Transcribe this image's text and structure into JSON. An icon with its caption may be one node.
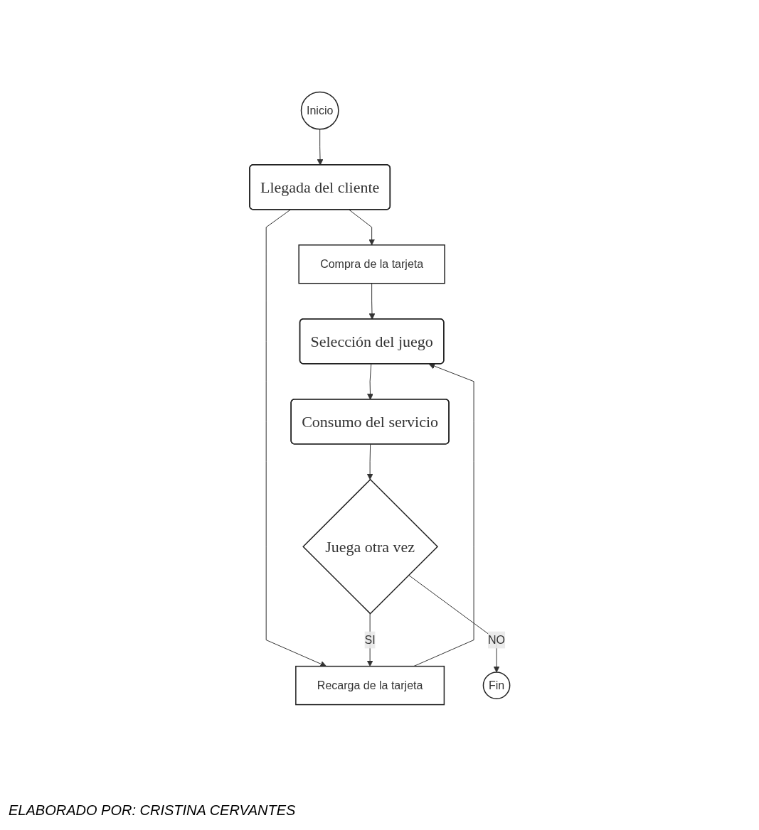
{
  "diagram": {
    "caption": "ELABORADO POR: CRISTINA CERVANTES",
    "nodes": [
      {
        "text": [
          "Inicio"
        ]
      },
      {
        "text": [
          "Llegada del cliente"
        ]
      },
      {
        "text": [
          "Compra de la tarjeta"
        ]
      },
      {
        "text": [
          "Recarga de la tarjeta"
        ]
      },
      {
        "text": [
          "Selección del juego"
        ]
      },
      {
        "text": [
          "Consumo del servicio"
        ]
      },
      {
        "text": [
          "Juega otra vez"
        ]
      },
      {
        "text": [
          "Fin"
        ]
      }
    ],
    "edges": [
      {
        "from": 0,
        "to": 1,
        "arrow": "to"
      },
      {
        "from": 1,
        "to": 2,
        "arrow": "to"
      },
      {
        "from": 1,
        "to": 3,
        "arrow": "to"
      },
      {
        "from": 2,
        "to": 4,
        "arrow": "to"
      },
      {
        "from": 3,
        "to": 4,
        "arrow": "to"
      },
      {
        "from": 4,
        "to": 5,
        "arrow": "to"
      },
      {
        "from": 5,
        "to": 6,
        "arrow": "to"
      },
      {
        "from": 6,
        "to": 3,
        "label": "SI",
        "arrow": "to"
      },
      {
        "from": 6,
        "to": 7,
        "label": "NO",
        "arrow": "to"
      }
    ]
  }
}
